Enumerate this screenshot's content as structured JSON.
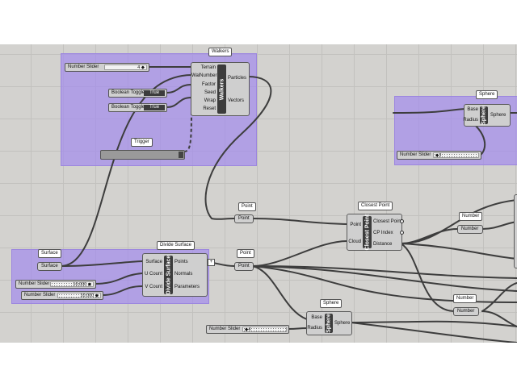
{
  "groups": {
    "walkers": "Walkers",
    "sphere_top": "Sphere",
    "surface": "Surface",
    "divide_surface": "Divide Surface"
  },
  "sliders": {
    "walker_count": {
      "label": "Number Slider",
      "value": "4 ◆"
    },
    "sphere_radius": {
      "label": "Number Slider",
      "value": "◆3"
    },
    "u_count": {
      "label": "Number Slider",
      "value": "10.000 ◆"
    },
    "v_count": {
      "label": "Number Slider",
      "value": "10.000 ◆"
    },
    "sphere2_radius": {
      "label": "Number Slider",
      "value": "◆4"
    }
  },
  "toggles": [
    {
      "label": "Boolean Toggle",
      "value": "True"
    },
    {
      "label": "Boolean Toggle",
      "value": "True"
    }
  ],
  "trigger": {
    "label": "Trigger"
  },
  "walkers": {
    "name": "Walkers",
    "inputs": [
      "Terrain",
      "WalNumber",
      "Factor",
      "Seed",
      "Wrap",
      "Reset"
    ],
    "outputs": [
      "Particles",
      "Vectors"
    ]
  },
  "sphere_top": {
    "name": "Sphere",
    "inputs": [
      "Base",
      "Radius"
    ],
    "outputs": [
      "Sphere"
    ]
  },
  "surface_param": {
    "label": "Surface"
  },
  "divide_surface": {
    "name": "Divide Surface",
    "inputs": [
      "Surface",
      "U Count",
      "V Count"
    ],
    "outputs": [
      "Points",
      "Normals",
      "Parameters"
    ]
  },
  "point_params": [
    {
      "tag": "Point",
      "label": "Point"
    },
    {
      "tag": "Point",
      "label": "Point"
    }
  ],
  "closest_point": {
    "tag": "Closest Point",
    "name": "Closest Point",
    "inputs": [
      "Point",
      "Cloud"
    ],
    "outputs": [
      "Closest Point",
      "CP Index",
      "Distance"
    ]
  },
  "number_params": [
    {
      "tag": "Number",
      "label": "Number"
    },
    {
      "tag": "Number",
      "label": "Number"
    }
  ],
  "sphere_bottom": {
    "tag": "Sphere",
    "name": "Sphere",
    "inputs": [
      "Base",
      "Radius"
    ],
    "outputs": [
      "Sphere"
    ]
  },
  "colors": {
    "canvas": "#d3d2cf",
    "group": "#a48cec",
    "component": "#cfcfcf",
    "component_core": "#3c3c3c"
  }
}
